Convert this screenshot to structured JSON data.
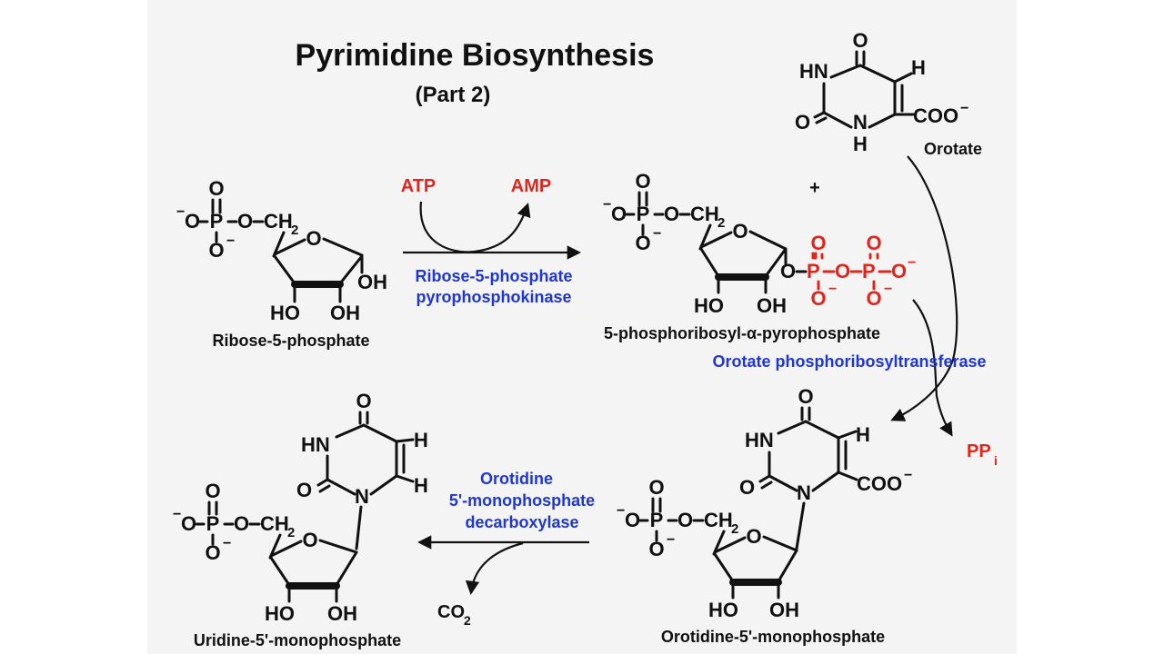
{
  "title": "Pyrimidine Biosynthesis",
  "subtitle": "(Part 2)",
  "compounds": {
    "ribose5p": "Ribose-5-phosphate",
    "prpp": "5-phosphoribosyl-α-pyrophosphate",
    "orotate": "Orotate",
    "omp": "Orotidine-5'-monophosphate",
    "ump": "Uridine-5'-monophosphate"
  },
  "cofactors": {
    "atp": "ATP",
    "amp": "AMP",
    "ppi": "PP",
    "ppi_sub": "i",
    "co2": "CO",
    "co2_sub": "2",
    "plus": "+"
  },
  "enzymes": {
    "prpp_synthetase": [
      "Ribose-5-phosphate",
      "pyrophosphokinase"
    ],
    "oprt": "Orotate phosphoribosyltransferase",
    "decarboxylase": [
      "Orotidine",
      "5'-monophosphate",
      "decarboxylase"
    ]
  },
  "atoms": {
    "O": "O",
    "P": "P",
    "H": "H",
    "N": "N",
    "HN": "HN",
    "OH": "OH",
    "HO": "HO",
    "CH2": "CH",
    "sub2": "2",
    "COO": "COO",
    "minus": "−"
  },
  "colors": {
    "background": "#f4f4f4",
    "text": "#111111",
    "cofactor": "#e0261c",
    "enzyme": "#1f36d6"
  }
}
